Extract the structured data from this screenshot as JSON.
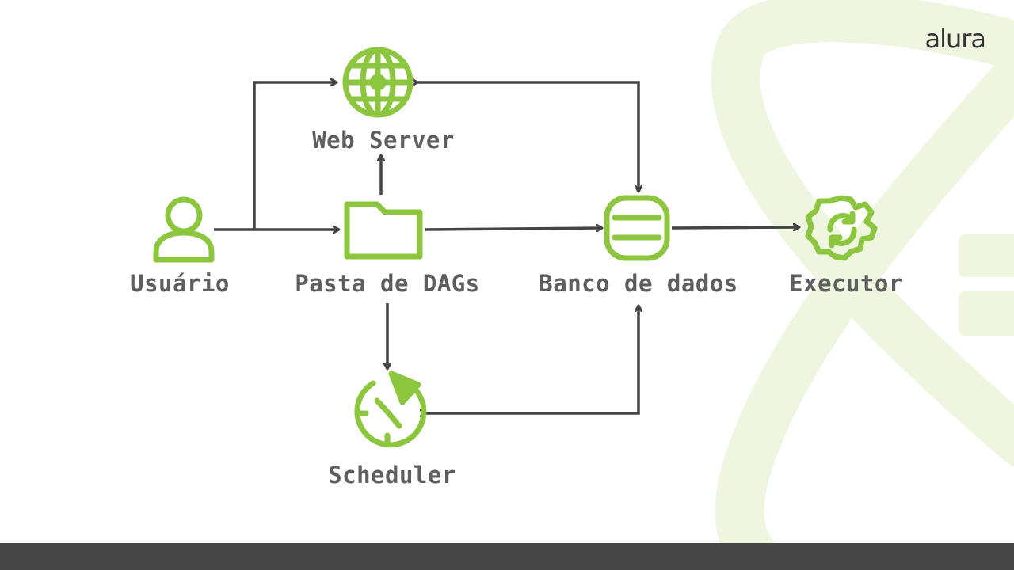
{
  "brand": {
    "logo_text": "alura",
    "accent_color": "#8cc63f",
    "arrow_color": "#444444",
    "text_color": "#5e5e5e",
    "footer_color": "#464646",
    "bg_shape_color": "#eef6e0"
  },
  "nodes": {
    "webserver": {
      "label": "Web Server",
      "icon": "globe-icon"
    },
    "usuario": {
      "label": "Usuário",
      "icon": "user-icon"
    },
    "pasta": {
      "label": "Pasta de DAGs",
      "icon": "folder-icon"
    },
    "banco": {
      "label": "Banco de dados",
      "icon": "database-icon"
    },
    "executor": {
      "label": "Executor",
      "icon": "gear-sync-icon"
    },
    "scheduler": {
      "label": "Scheduler",
      "icon": "clock-icon"
    }
  },
  "edges": [
    {
      "from": "Usuário",
      "to": "Web Server",
      "direction": "forward"
    },
    {
      "from": "Usuário",
      "to": "Pasta de DAGs",
      "direction": "forward"
    },
    {
      "from": "Pasta de DAGs",
      "to": "Web Server",
      "direction": "forward"
    },
    {
      "from": "Pasta de DAGs",
      "to": "Banco de dados",
      "direction": "forward"
    },
    {
      "from": "Pasta de DAGs",
      "to": "Scheduler",
      "direction": "forward"
    },
    {
      "from": "Web Server",
      "to": "Banco de dados",
      "direction": "both"
    },
    {
      "from": "Scheduler",
      "to": "Banco de dados",
      "direction": "both"
    },
    {
      "from": "Banco de dados",
      "to": "Executor",
      "direction": "forward"
    }
  ]
}
